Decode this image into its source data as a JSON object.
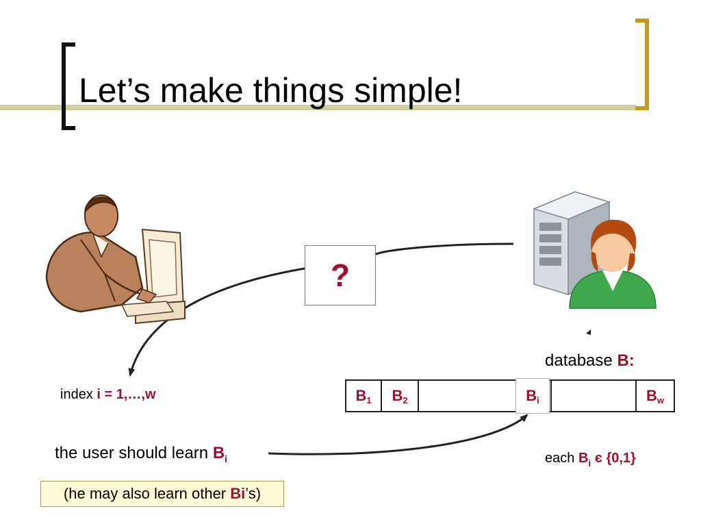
{
  "slide": {
    "title": "Let’s make things simple!"
  },
  "diagram": {
    "query_symbol": "?",
    "database_label_prefix": "database",
    "database_label_var": "B",
    "database_label_suffix": ":",
    "index_prefix": "index",
    "index_value": "i = 1,…,w",
    "array_cells": [
      {
        "base": "B",
        "sub": "1"
      },
      {
        "base": "B",
        "sub": "2"
      },
      {
        "base": "",
        "sub": ""
      },
      {
        "base": "",
        "sub": ""
      },
      {
        "base": "B",
        "sub": "w"
      }
    ],
    "highlight_cell": {
      "base": "B",
      "sub": "i"
    },
    "learn_prefix": "the user should learn",
    "learn_var": "B",
    "learn_sub": "i",
    "each_prefix": "each",
    "each_var": "B",
    "each_sub": "i",
    "each_suffix": "є {0,1}",
    "note_prefix": "(he may also learn other",
    "note_var": "Bi",
    "note_suffix": "’s)"
  },
  "colors": {
    "accent_red": "#a0102a",
    "title_bar": "#cfcf9f",
    "bracket_right": "#c89a1e",
    "note_bg": "#fffbd6"
  },
  "icons": [
    "user-at-computer-icon",
    "server-with-user-icon"
  ]
}
